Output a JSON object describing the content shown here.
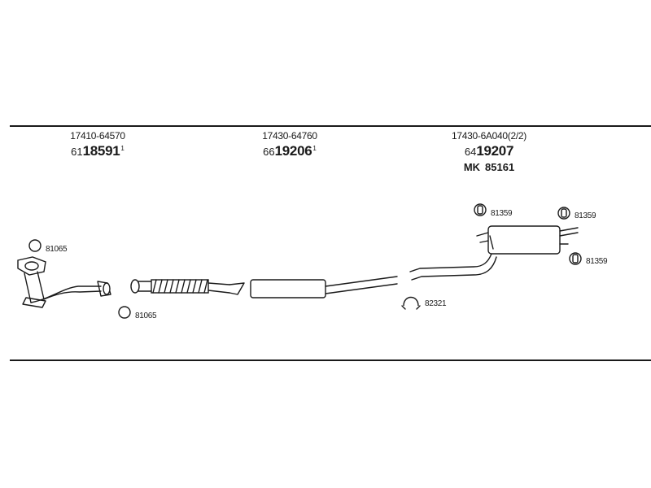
{
  "sections": [
    {
      "ref": "17410-64570",
      "prefix": "61",
      "part": "18591",
      "suffix": "1"
    },
    {
      "ref": "17430-64760",
      "prefix": "66",
      "part": "19206",
      "suffix": "1"
    },
    {
      "ref": "17430-6A040(2/2)",
      "prefix": "64",
      "part": "19207",
      "suffix": "",
      "kit_prefix": "MK",
      "kit_number": "85161"
    }
  ],
  "callouts": {
    "front_top": "81065",
    "front_bottom": "81065",
    "clamp": "82321",
    "rear_left": "81359",
    "rear_right": "81359",
    "rear_lower": "81359"
  }
}
